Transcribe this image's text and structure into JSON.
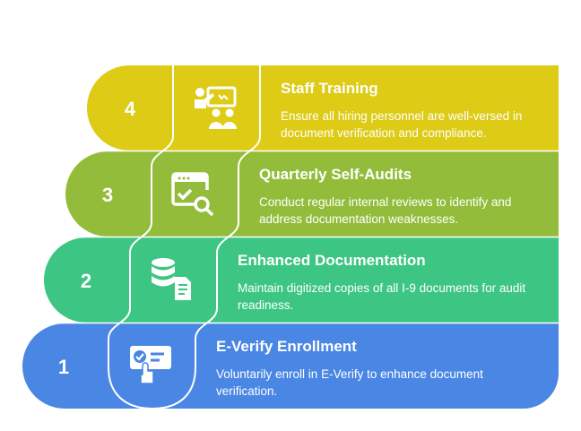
{
  "colors": {
    "step4": "#DDCB16",
    "step3": "#93BC3B",
    "step2": "#3DC583",
    "step1": "#4A86E4"
  },
  "steps": [
    {
      "number": "4",
      "title": "Staff Training",
      "description": "Ensure all hiring personnel are well-versed in document verification and compliance.",
      "icon": "presentation-training-icon"
    },
    {
      "number": "3",
      "title": "Quarterly Self-Audits",
      "description": "Conduct regular internal reviews to identify and address documentation weaknesses.",
      "icon": "audit-checklist-search-icon"
    },
    {
      "number": "2",
      "title": "Enhanced Documentation",
      "description": "Maintain digitized copies of all I-9 documents for audit readiness.",
      "icon": "database-document-icon"
    },
    {
      "number": "1",
      "title": "E-Verify Enrollment",
      "description": "Voluntarily enroll in E-Verify to enhance document verification.",
      "icon": "verify-card-click-icon"
    }
  ]
}
